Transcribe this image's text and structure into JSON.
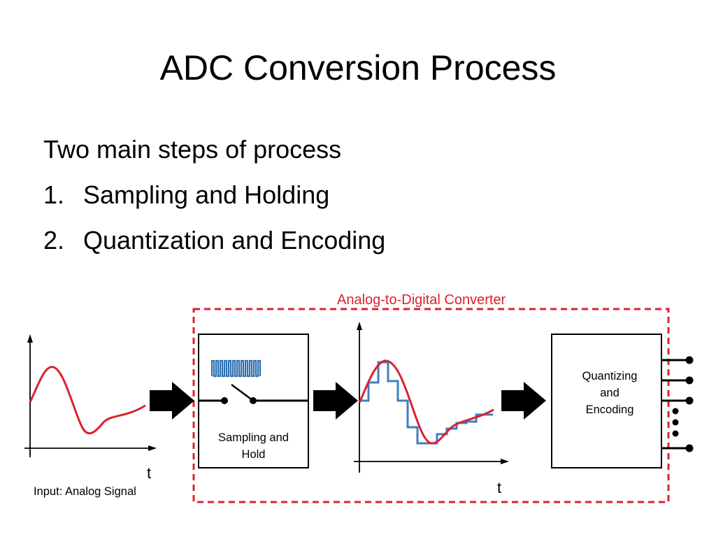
{
  "slide": {
    "title": "ADC Conversion Process",
    "intro": "Two main steps of process",
    "steps": [
      {
        "number": "1.",
        "text": "Sampling and Holding"
      },
      {
        "number": "2.",
        "text": "Quantization and Encoding"
      }
    ]
  },
  "diagram": {
    "converter_label": "Analog-to-Digital Converter",
    "sample_hold_label_line1": "Sampling and",
    "sample_hold_label_line2": "Hold",
    "quantizer_label_line1": "Quantizing",
    "quantizer_label_line2": "and",
    "quantizer_label_line3": "Encoding",
    "input_axis_label": "t",
    "sampled_axis_label": "t",
    "input_caption": "Input: Analog Signal",
    "colors": {
      "analog_signal": "#d9232e",
      "sampled_signal": "#3f7fbf",
      "converter_border": "#d9232e",
      "clock_icon": "#2f6fb0"
    },
    "icons": [
      "arrow-right-icon",
      "clock-pulse-icon",
      "switch-icon",
      "output-pin-icon"
    ]
  }
}
